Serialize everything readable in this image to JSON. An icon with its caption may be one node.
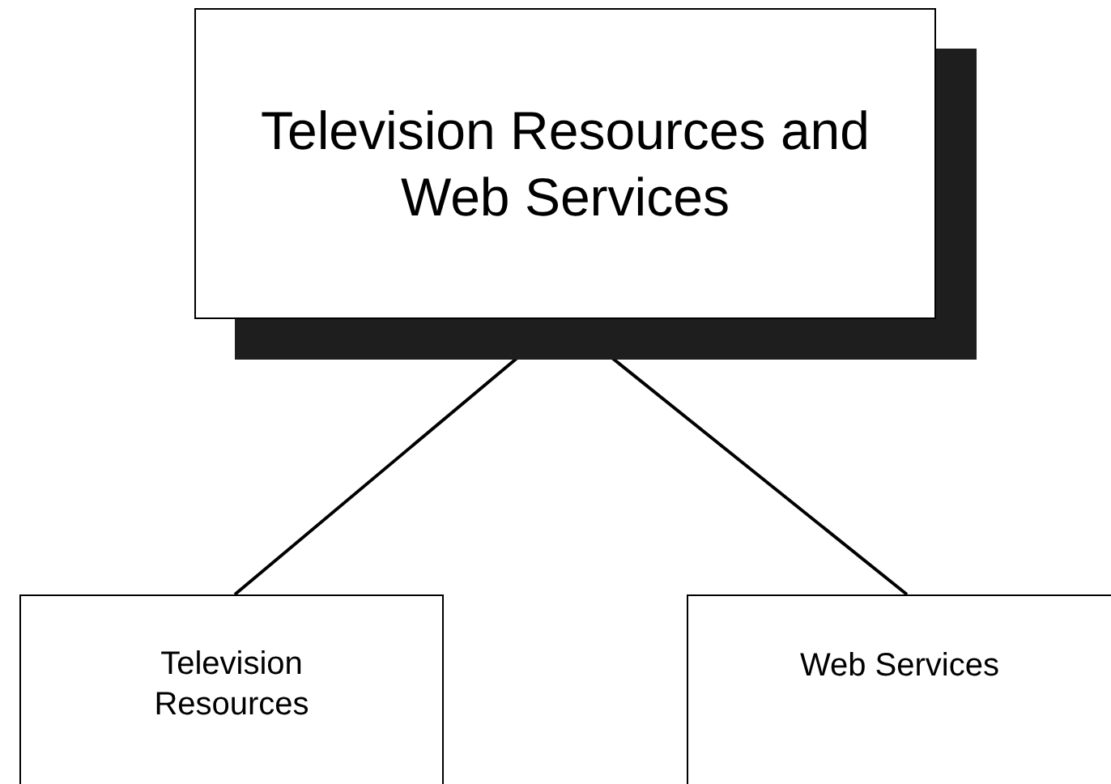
{
  "diagram": {
    "nodes": [
      {
        "text": [
          "Television Resources and Web Services"
        ]
      },
      {
        "text": [
          "Television Resources"
        ]
      },
      {
        "text": [
          "Web Services"
        ]
      }
    ],
    "edges": [
      {
        "from": 0,
        "to": 1,
        "arrow": "none"
      },
      {
        "from": 0,
        "to": 2,
        "arrow": "none"
      }
    ]
  }
}
